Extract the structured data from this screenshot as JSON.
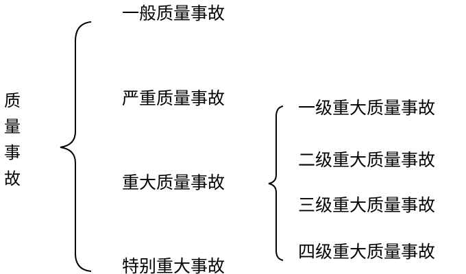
{
  "root": {
    "label": "质量事故"
  },
  "level1": [
    {
      "label": "一般质量事故"
    },
    {
      "label": "严重质量事故"
    },
    {
      "label": "重大质量事故"
    },
    {
      "label": "特别重大事故"
    }
  ],
  "level2": [
    {
      "label": "一级重大质量事故"
    },
    {
      "label": "二级重大质量事故"
    },
    {
      "label": "三级重大质量事故"
    },
    {
      "label": "四级重大质量事故"
    }
  ]
}
